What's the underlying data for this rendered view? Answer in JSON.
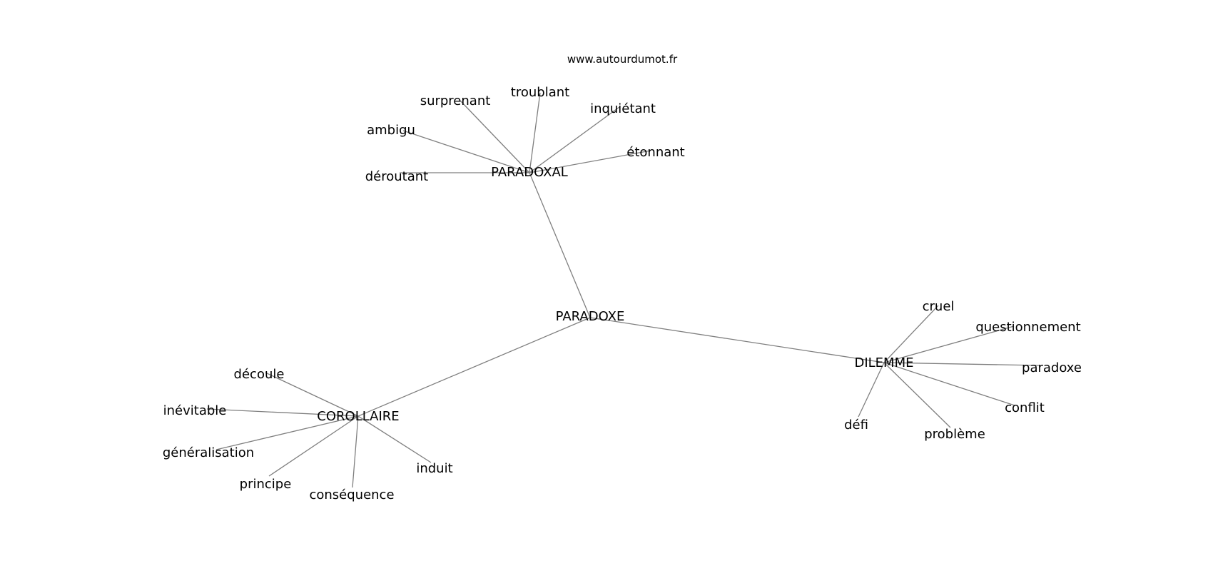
{
  "watermark": "www.autourdumot.fr",
  "graph": {
    "nodes": [
      {
        "id": "paradoxe_center",
        "label": "PARADOXE"
      },
      {
        "id": "paradoxal",
        "label": "PARADOXAL"
      },
      {
        "id": "dilemme",
        "label": "DILEMME"
      },
      {
        "id": "corollaire",
        "label": "COROLLAIRE"
      },
      {
        "id": "surprenant",
        "label": "surprenant"
      },
      {
        "id": "troublant",
        "label": "troublant"
      },
      {
        "id": "inquietant",
        "label": "inquiétant"
      },
      {
        "id": "etonnant",
        "label": "étonnant"
      },
      {
        "id": "ambigu",
        "label": "ambigu"
      },
      {
        "id": "deroutant",
        "label": "déroutant"
      },
      {
        "id": "cruel",
        "label": "cruel"
      },
      {
        "id": "questionnement",
        "label": "questionnement"
      },
      {
        "id": "paradoxe_leaf",
        "label": "paradoxe"
      },
      {
        "id": "conflit",
        "label": "conflit"
      },
      {
        "id": "probleme",
        "label": "problème"
      },
      {
        "id": "defi",
        "label": "défi"
      },
      {
        "id": "decoule",
        "label": "découle"
      },
      {
        "id": "inevitable",
        "label": "inévitable"
      },
      {
        "id": "generalisation",
        "label": "généralisation"
      },
      {
        "id": "principe",
        "label": "principe"
      },
      {
        "id": "consequence",
        "label": "conséquence"
      },
      {
        "id": "induit",
        "label": "induit"
      }
    ],
    "edges": [
      [
        "paradoxe_center",
        "paradoxal"
      ],
      [
        "paradoxe_center",
        "dilemme"
      ],
      [
        "paradoxe_center",
        "corollaire"
      ],
      [
        "paradoxal",
        "surprenant"
      ],
      [
        "paradoxal",
        "troublant"
      ],
      [
        "paradoxal",
        "inquietant"
      ],
      [
        "paradoxal",
        "etonnant"
      ],
      [
        "paradoxal",
        "ambigu"
      ],
      [
        "paradoxal",
        "deroutant"
      ],
      [
        "dilemme",
        "cruel"
      ],
      [
        "dilemme",
        "questionnement"
      ],
      [
        "dilemme",
        "paradoxe_leaf"
      ],
      [
        "dilemme",
        "conflit"
      ],
      [
        "dilemme",
        "probleme"
      ],
      [
        "dilemme",
        "defi"
      ],
      [
        "corollaire",
        "decoule"
      ],
      [
        "corollaire",
        "inevitable"
      ],
      [
        "corollaire",
        "generalisation"
      ],
      [
        "corollaire",
        "principe"
      ],
      [
        "corollaire",
        "consequence"
      ],
      [
        "corollaire",
        "induit"
      ]
    ]
  }
}
